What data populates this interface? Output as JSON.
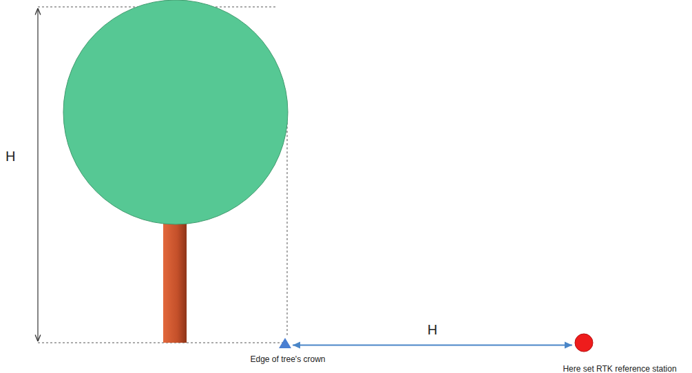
{
  "diagram": {
    "nodes": [
      {
        "text": [
          "Edge of tree's crown"
        ]
      },
      {
        "text": [
          "Here set RTK reference station"
        ]
      }
    ],
    "edges": [
      {
        "from": 0,
        "to": 1,
        "arrow": "both",
        "label": "H"
      }
    ],
    "labels": [
      "H"
    ]
  }
}
